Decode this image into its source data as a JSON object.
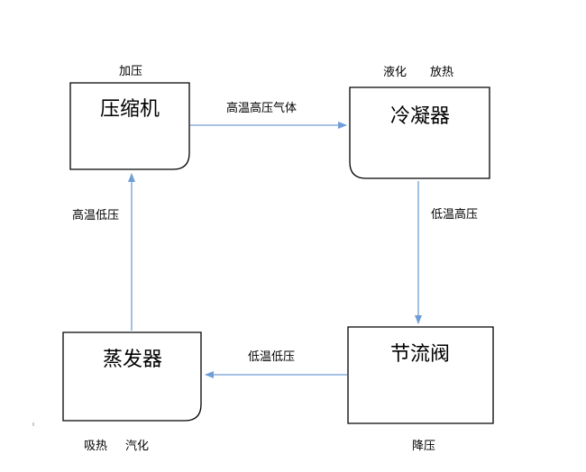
{
  "components": {
    "compressor": {
      "label": "压缩机",
      "annotation": "加压"
    },
    "condenser": {
      "label": "冷凝器",
      "annotation_1": "液化",
      "annotation_2": "放热"
    },
    "throttle_valve": {
      "label": "节流阀",
      "annotation": "降压"
    },
    "evaporator": {
      "label": "蒸发器",
      "annotation_1": "吸热",
      "annotation_2": "汽化"
    }
  },
  "flows": {
    "compressor_to_condenser": "高温高压气体",
    "condenser_to_throttle": "低温高压",
    "throttle_to_evaporator": "低温低压",
    "evaporator_to_compressor": "高温低压"
  },
  "colors": {
    "arrow": "#6f9ed6",
    "box_border": "#000000"
  }
}
